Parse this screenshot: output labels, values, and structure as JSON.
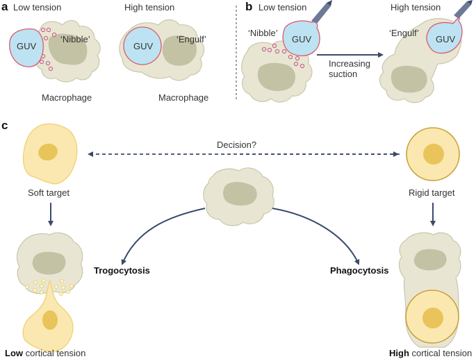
{
  "colors": {
    "macrophage_fill": "#e8e6d3",
    "macrophage_stroke": "#c9c6ab",
    "nucleus": "#c4c2a4",
    "guv_fill": "#bde3f2",
    "guv_stroke": "#d95a6f",
    "vesicle_stroke": "#d95a6f",
    "vesicle_fill": "#cfe9f4",
    "target_fill": "#fbe8b0",
    "target_stroke_soft": "#f0cf74",
    "target_stroke_rigid": "#c9a03a",
    "target_nucleus": "#e8c45a",
    "arrow": "#3a4a6b",
    "pipette": "#6d7a96"
  },
  "panel_a": {
    "letter": "a",
    "left": {
      "title": "Low tension",
      "guv_label": "GUV",
      "quote": "‘Nibble’",
      "cell_label": "Macrophage"
    },
    "right": {
      "title": "High tension",
      "guv_label": "GUV",
      "quote": "‘Engulf’",
      "cell_label": "Macrophage"
    }
  },
  "panel_b": {
    "letter": "b",
    "left": {
      "title": "Low tension",
      "guv_label": "GUV",
      "quote": "‘Nibble’"
    },
    "arrow_label_line1": "Increasing",
    "arrow_label_line2": "suction",
    "right": {
      "title": "High tension",
      "guv_label": "GUV",
      "quote": "‘Engulf’"
    }
  },
  "panel_c": {
    "letter": "c",
    "decision_label": "Decision?",
    "soft_target_label": "Soft target",
    "rigid_target_label": "Rigid target",
    "left_process": "Trogocytosis",
    "right_process": "Phagocytosis",
    "low_bold": "Low",
    "low_rest": " cortical tension",
    "high_bold": "High",
    "high_rest": " cortical tension"
  }
}
